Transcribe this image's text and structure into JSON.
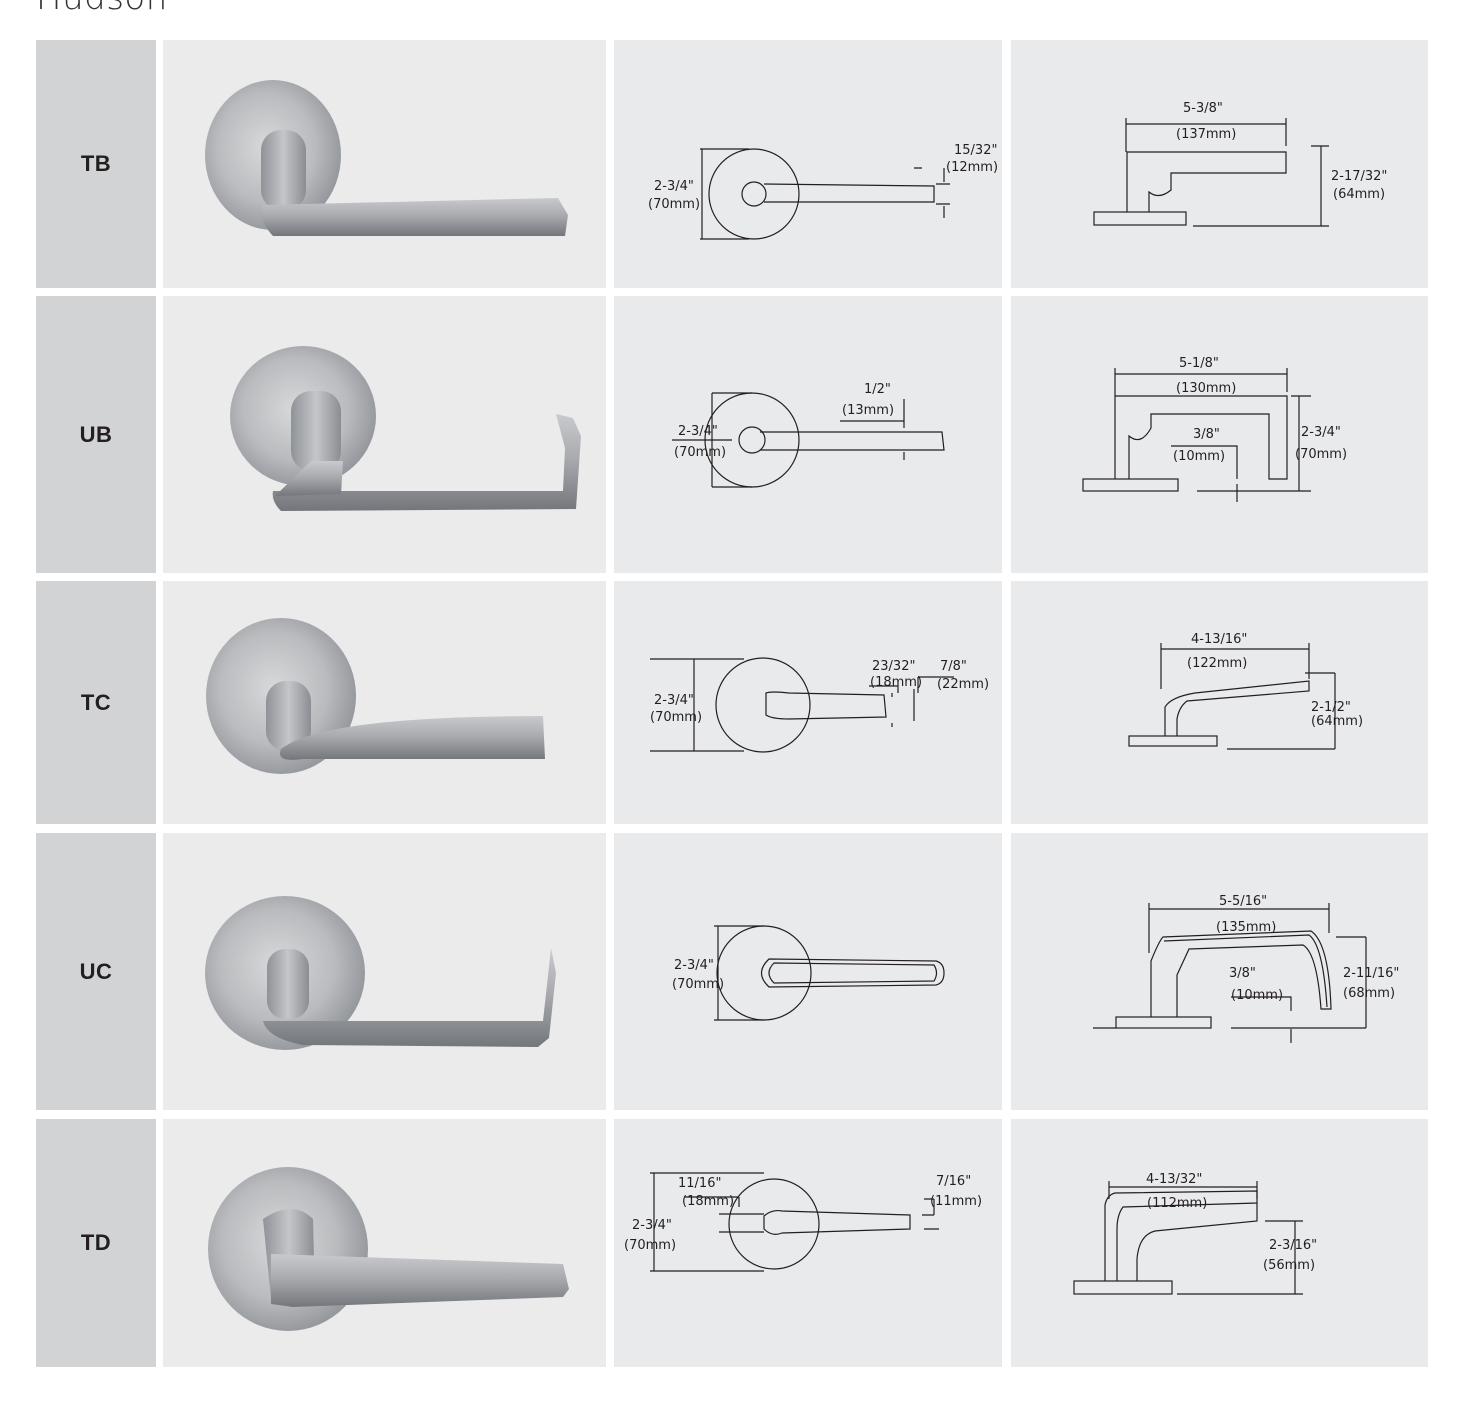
{
  "page": {
    "title": "Hudson"
  },
  "rows": [
    {
      "code": "TB",
      "front": {
        "rose_in": "2-3/4\"",
        "rose_mm": "(70mm)",
        "lever_in": "15/32\"",
        "lever_mm": "(12mm)"
      },
      "side": {
        "len_in": "5-3/8\"",
        "len_mm": "(137mm)",
        "proj_in": "2-17/32\"",
        "proj_mm": "(64mm)"
      }
    },
    {
      "code": "UB",
      "front": {
        "rose_in": "2-3/4\"",
        "rose_mm": "(70mm)",
        "lever_in": "1/2\"",
        "lever_mm": "(13mm)"
      },
      "side": {
        "len_in": "5-1/8\"",
        "len_mm": "(130mm)",
        "ret_in": "3/8\"",
        "ret_mm": "(10mm)",
        "proj_in": "2-3/4\"",
        "proj_mm": "(70mm)"
      }
    },
    {
      "code": "TC",
      "front": {
        "rose_in": "2-3/4\"",
        "rose_mm": "(70mm)",
        "lever_in": "23/32\"",
        "lever_mm": "(18mm)",
        "tip_in": "7/8\"",
        "tip_mm": "(22mm)"
      },
      "side": {
        "len_in": "4-13/16\"",
        "len_mm": "(122mm)",
        "proj_in": "2-1/2\"",
        "proj_mm": "(64mm)"
      }
    },
    {
      "code": "UC",
      "front": {
        "rose_in": "2-3/4\"",
        "rose_mm": "(70mm)"
      },
      "side": {
        "len_in": "5-5/16\"",
        "len_mm": "(135mm)",
        "ret_in": "3/8\"",
        "ret_mm": "(10mm)",
        "proj_in": "2-11/16\"",
        "proj_mm": "(68mm)"
      }
    },
    {
      "code": "TD",
      "front": {
        "lever_in": "11/16\"",
        "lever_mm": "(18mm)",
        "rose_in": "2-3/4\"",
        "rose_mm": "(70mm)",
        "tip_in": "7/16\"",
        "tip_mm": "(11mm)"
      },
      "side": {
        "len_in": "4-13/32\"",
        "len_mm": "(112mm)",
        "proj_in": "2-3/16\"",
        "proj_mm": "(56mm)"
      }
    }
  ]
}
